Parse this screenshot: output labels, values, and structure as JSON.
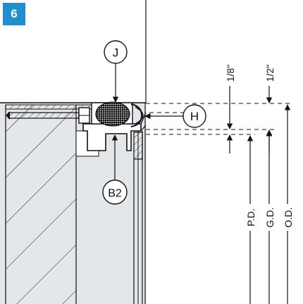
{
  "figure_number": "6",
  "callouts": {
    "j": "J",
    "h": "H",
    "b2": "B2"
  },
  "dimensions": {
    "one_eighth": "1/8\"",
    "one_half": "1/2\"",
    "pd": "P.D.",
    "gd": "G.D.",
    "od": "O.D."
  },
  "colors": {
    "badge": "#1f8fd0",
    "background": "#e4e7ea",
    "line": "#111111"
  }
}
